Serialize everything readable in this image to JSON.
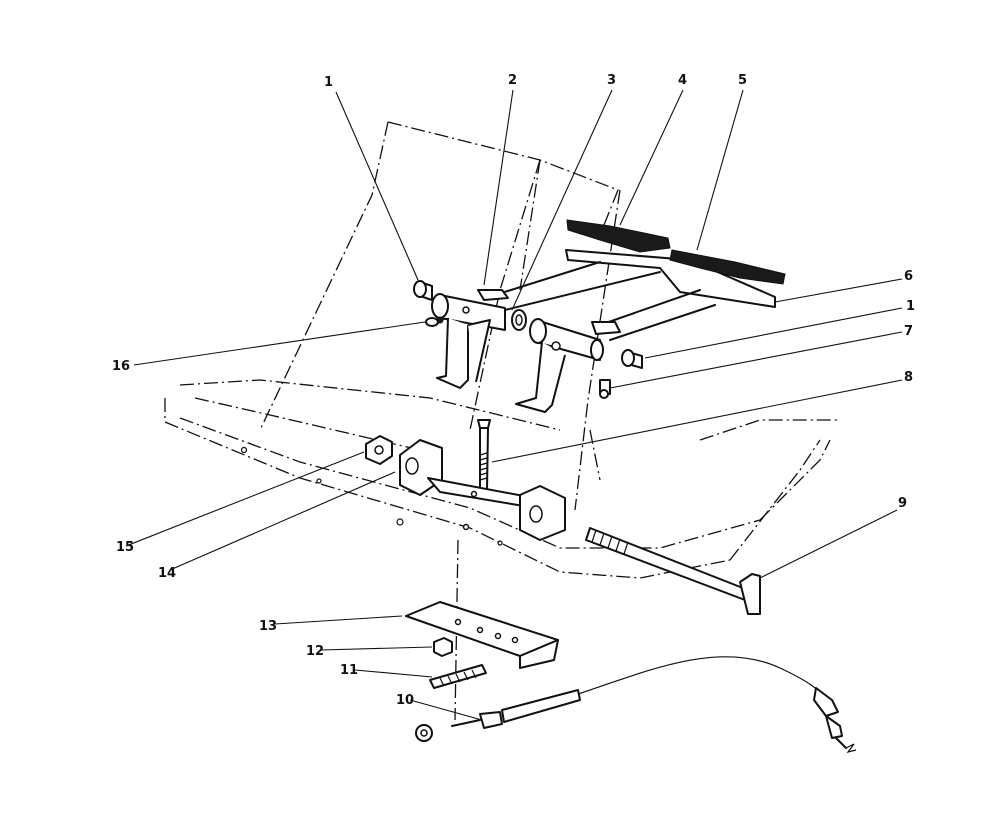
{
  "diagram": {
    "callouts": [
      {
        "id": "c1a",
        "text": "1"
      },
      {
        "id": "c2",
        "text": "2"
      },
      {
        "id": "c3",
        "text": "3"
      },
      {
        "id": "c4",
        "text": "4"
      },
      {
        "id": "c5",
        "text": "5"
      },
      {
        "id": "c6",
        "text": "6"
      },
      {
        "id": "c1b",
        "text": "1"
      },
      {
        "id": "c7",
        "text": "7"
      },
      {
        "id": "c8",
        "text": "8"
      },
      {
        "id": "c9",
        "text": "9"
      },
      {
        "id": "c16",
        "text": "16"
      },
      {
        "id": "c15",
        "text": "15"
      },
      {
        "id": "c14",
        "text": "14"
      },
      {
        "id": "c13",
        "text": "13"
      },
      {
        "id": "c12",
        "text": "12"
      },
      {
        "id": "c11",
        "text": "11"
      },
      {
        "id": "c10",
        "text": "10"
      }
    ]
  }
}
